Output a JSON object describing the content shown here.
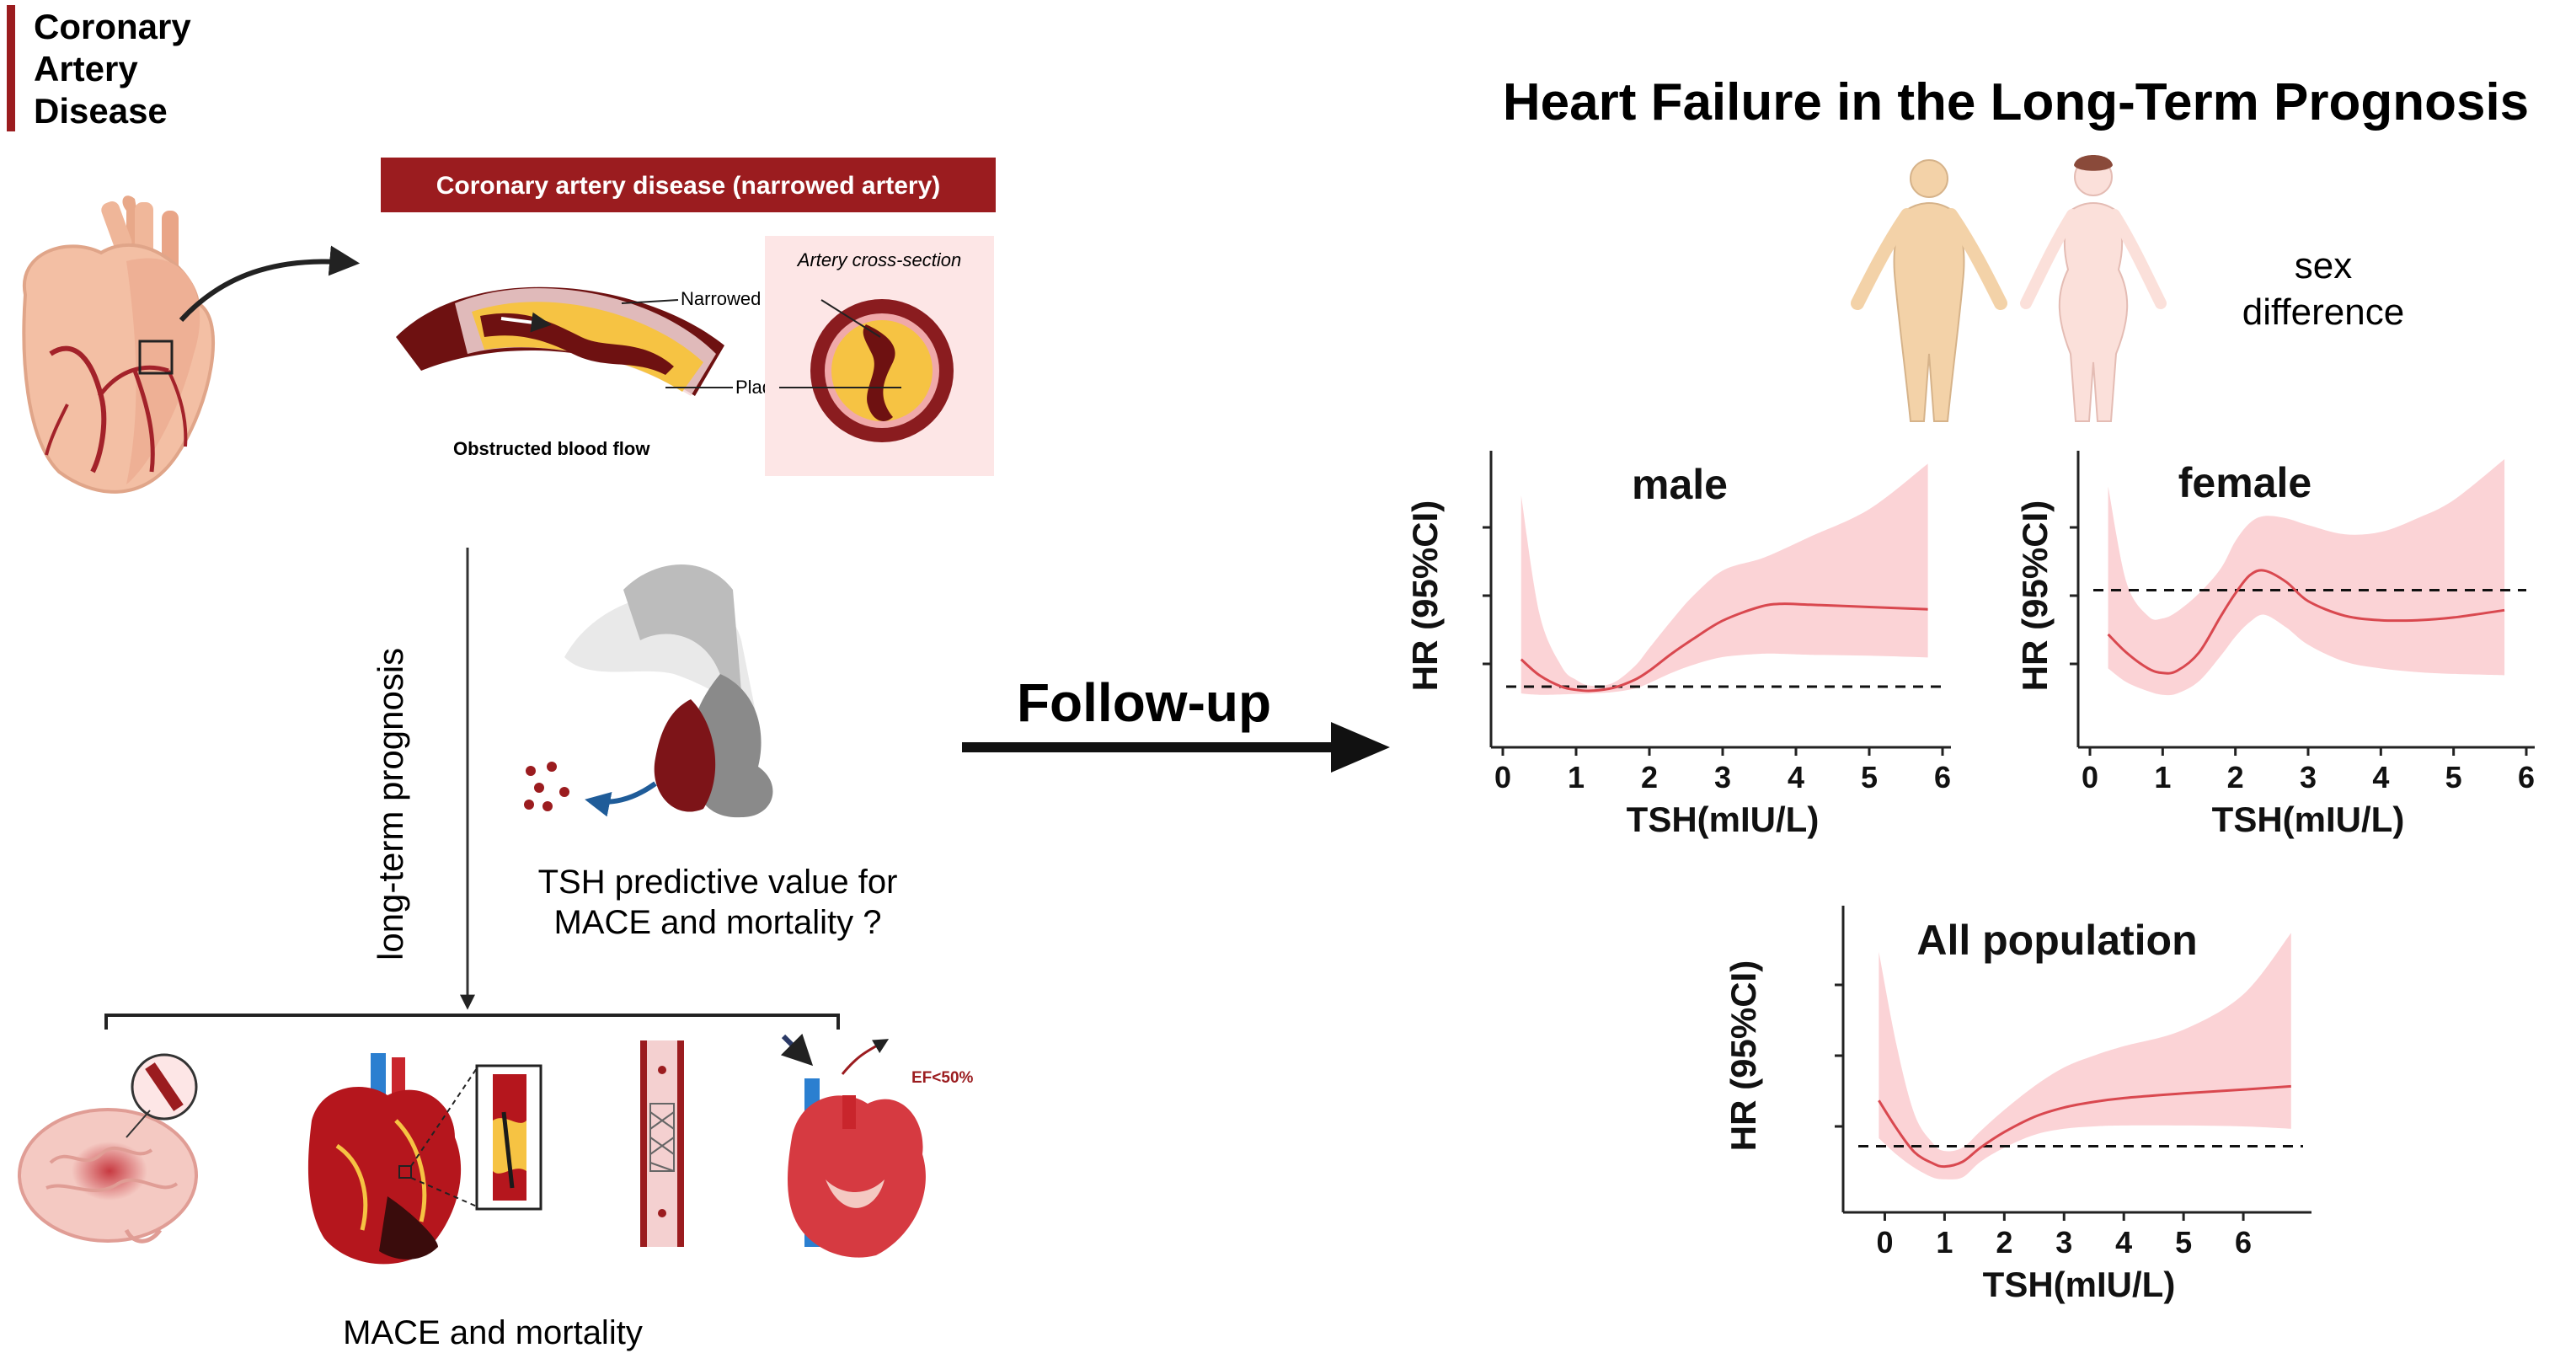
{
  "section_label": {
    "line1": "Coronary",
    "line2": "Artery",
    "line3": "Disease"
  },
  "cad_panel": {
    "banner": "Coronary artery disease (narrowed artery)",
    "cross_section_title": "Artery cross-section",
    "narrowed_label": "Narrowed artery",
    "plaque_label": "Plaque",
    "flow_label": "Obstructed blood flow"
  },
  "flow": {
    "vertical_label": "long-term prognosis",
    "tsh_question_line1": "TSH predictive value for",
    "tsh_question_line2": "MACE and mortality ?",
    "outcomes_label": "MACE and mortality",
    "ef_label": "EF<50%",
    "followup_label": "Follow-up"
  },
  "right_panel": {
    "title": "Heart Failure in the Long-Term Prognosis",
    "sex_line1": "sex",
    "sex_line2": "difference"
  },
  "colors": {
    "brand_red": "#9b1c1f",
    "ci_fill": "#fbd3d6",
    "curve": "#d9484f",
    "plaque": "#f6c343",
    "artery_dark": "#6e1111"
  },
  "chart_data": [
    {
      "type": "line",
      "title": "male",
      "xlabel": "TSH(mIU/L)",
      "ylabel": "HR (95%CI)",
      "xlim": [
        0,
        6
      ],
      "ylim": [
        0,
        6
      ],
      "xticks": [
        0,
        1,
        2,
        3,
        4,
        5,
        6
      ],
      "reference_line": 1.0,
      "grid": false,
      "x": [
        0.25,
        0.5,
        0.8,
        1.0,
        1.2,
        1.5,
        1.8,
        2.0,
        2.3,
        2.6,
        3.0,
        3.5,
        3.8,
        4.2,
        5.0,
        5.8
      ],
      "y": [
        1.6,
        1.25,
        1.0,
        0.93,
        0.91,
        0.97,
        1.15,
        1.35,
        1.72,
        2.05,
        2.45,
        2.75,
        2.82,
        2.8,
        2.75,
        2.7
      ],
      "lower": [
        0.85,
        0.82,
        0.83,
        0.84,
        0.85,
        0.88,
        0.96,
        1.08,
        1.3,
        1.48,
        1.65,
        1.72,
        1.72,
        1.7,
        1.68,
        1.64
      ],
      "upper": [
        5.2,
        2.6,
        1.45,
        1.15,
        1.02,
        1.08,
        1.45,
        1.85,
        2.45,
        3.0,
        3.55,
        3.8,
        4.0,
        4.3,
        4.9,
        5.9
      ]
    },
    {
      "type": "line",
      "title": "female",
      "xlabel": "TSH(mIU/L)",
      "ylabel": "HR (95%CI)",
      "xlim": [
        0,
        6
      ],
      "ylim": [
        0,
        6
      ],
      "xticks": [
        0,
        1,
        2,
        3,
        4,
        5,
        6
      ],
      "reference_line": 3.12,
      "grid": false,
      "x": [
        0.25,
        0.5,
        0.8,
        1.0,
        1.2,
        1.5,
        1.8,
        2.0,
        2.2,
        2.4,
        2.7,
        3.0,
        3.5,
        4.0,
        4.5,
        5.0,
        5.7
      ],
      "y": [
        2.15,
        1.75,
        1.4,
        1.3,
        1.35,
        1.75,
        2.55,
        3.05,
        3.45,
        3.55,
        3.3,
        2.88,
        2.56,
        2.46,
        2.46,
        2.52,
        2.68
      ],
      "lower": [
        1.4,
        1.1,
        0.9,
        0.82,
        0.85,
        1.12,
        1.68,
        2.1,
        2.42,
        2.58,
        2.3,
        1.92,
        1.55,
        1.4,
        1.32,
        1.28,
        1.25
      ],
      "upper": [
        5.4,
        3.3,
        2.55,
        2.5,
        2.65,
        3.05,
        3.6,
        4.2,
        4.6,
        4.75,
        4.7,
        4.55,
        4.35,
        4.4,
        4.7,
        5.1,
        6.0
      ]
    },
    {
      "type": "line",
      "title": "All population",
      "xlabel": "TSH(mIU/L)",
      "ylabel": "HR (95%CI)",
      "xlim": [
        -0.5,
        7
      ],
      "ylim": [
        0,
        6
      ],
      "xticks": [
        0,
        1,
        2,
        3,
        4,
        5,
        6
      ],
      "reference_line": 1.08,
      "grid": false,
      "x": [
        -0.1,
        0.2,
        0.5,
        0.8,
        1.0,
        1.3,
        1.6,
        2.0,
        2.5,
        3.0,
        3.5,
        4.0,
        5.0,
        6.0,
        6.8
      ],
      "y": [
        2.05,
        1.45,
        0.95,
        0.72,
        0.65,
        0.75,
        1.05,
        1.38,
        1.7,
        1.9,
        2.02,
        2.1,
        2.2,
        2.28,
        2.35
      ],
      "lower": [
        1.25,
        0.9,
        0.62,
        0.42,
        0.38,
        0.42,
        0.75,
        1.05,
        1.32,
        1.45,
        1.5,
        1.52,
        1.52,
        1.5,
        1.45
      ],
      "upper": [
        5.2,
        3.2,
        1.75,
        1.15,
        0.98,
        1.05,
        1.4,
        1.85,
        2.35,
        2.75,
        3.0,
        3.2,
        3.55,
        4.3,
        5.6
      ]
    }
  ]
}
